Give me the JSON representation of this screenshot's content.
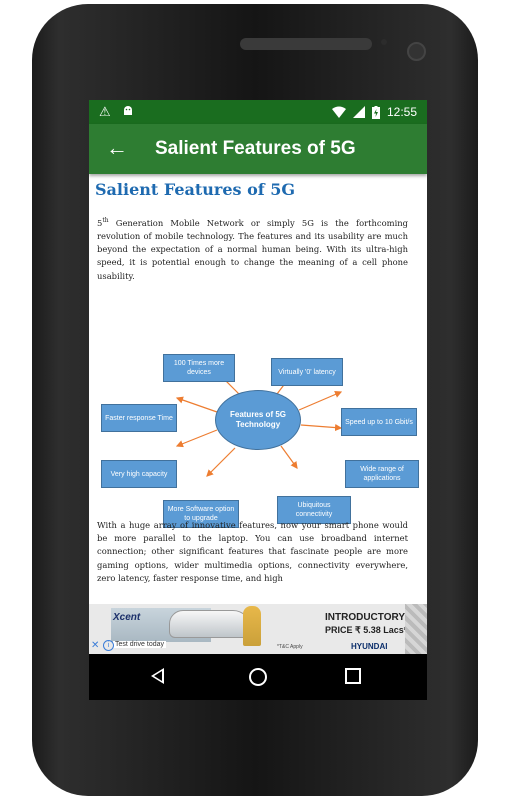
{
  "status_bar": {
    "time": "12:55",
    "icons": [
      "warning-icon",
      "android-icon",
      "wifi-icon",
      "signal-icon",
      "battery-charging-icon"
    ]
  },
  "app_bar": {
    "back_icon": "arrow-back-icon",
    "title": "Salient Features of 5G"
  },
  "article": {
    "heading": "Salient Features of 5G",
    "para1_sup": "th",
    "para1_lead": "5",
    "para1_text": " Generation Mobile Network or simply 5G is the forthcoming revolution of mobile technology. The features and its usability are much beyond the expectation of a normal human being. With its ultra-high speed, it is potential enough to change the meaning of a cell phone usability.",
    "para2_text": "With a huge array of innovative features, now your smart phone would be more parallel to the laptop. You can use broadband internet connection; other significant features that fascinate people are more gaming options, wider multimedia options, connectivity everywhere, zero latency, faster response time, and high"
  },
  "diagram": {
    "center": "Features of 5G Technology",
    "nodes": [
      "100 Times more devices",
      "Virtually '0' latency",
      "Faster response Time",
      "Speed up to 10 Gbit/s",
      "Very high capacity",
      "Wide range of applications",
      "More Software option to upgrade",
      "Ubiquitous connectivity"
    ],
    "colors": {
      "fill": "#5b9bd5",
      "stroke": "#41719c",
      "arrow": "#ed7d31"
    }
  },
  "ad": {
    "brand": "Xcent",
    "test_drive": "Test drive today",
    "title": "INTRODUCTORY",
    "price": "PRICE ₹ 5.38 Lacs*",
    "tbc": "*T&C Apply",
    "maker": "HYUNDAI",
    "close_icon": "close-icon",
    "info_icon": "info-icon"
  },
  "nav_bar": {
    "icons": [
      "nav-back-icon",
      "nav-home-icon",
      "nav-recents-icon"
    ]
  }
}
